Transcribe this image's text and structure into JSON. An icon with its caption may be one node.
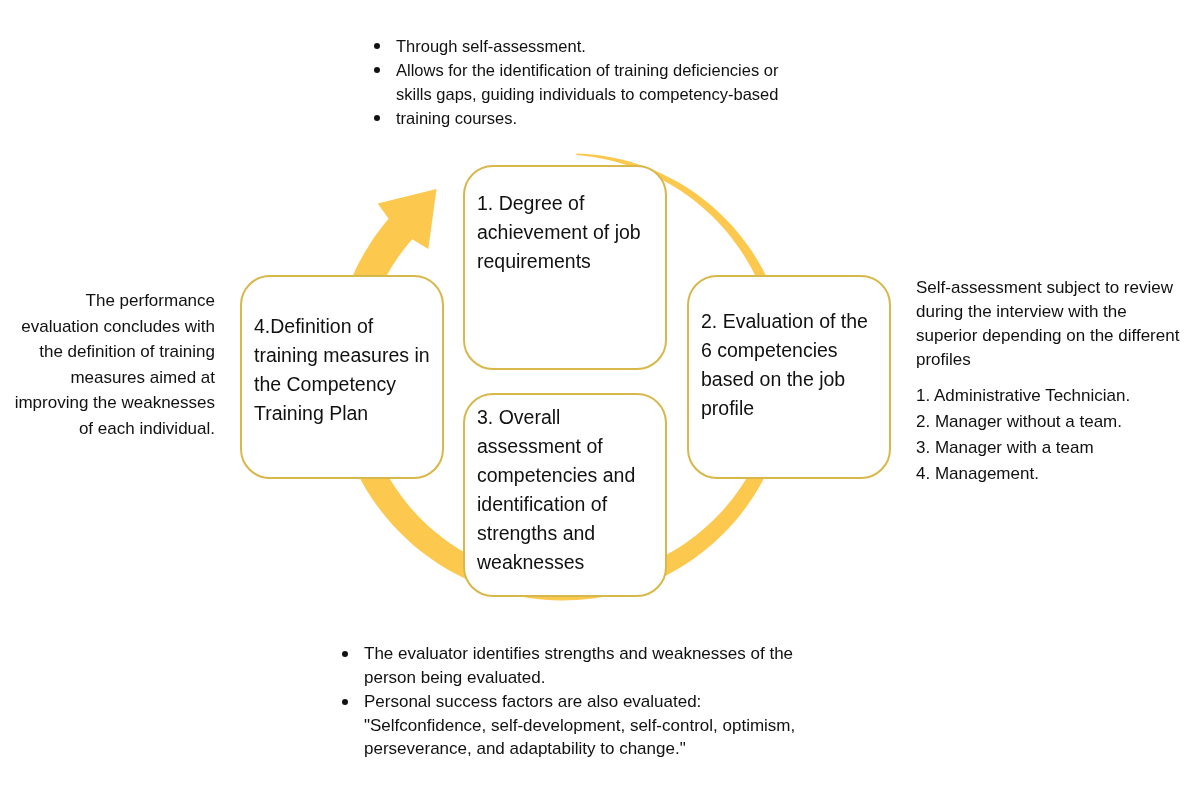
{
  "diagram": {
    "nodes": [
      {
        "text": [
          "1. Degree of achievement of job requirements"
        ]
      },
      {
        "text": [
          "2. Evaluation of the 6 competencies based on the job profile"
        ]
      },
      {
        "text": [
          "3. Overall assessment of competencies and identification of strengths and weaknesses"
        ]
      },
      {
        "text": [
          "4.Definition of training measures in the Competency Training Plan"
        ]
      }
    ],
    "edges": [],
    "labels": [
      "Through self-assessment.",
      "Allows for the identification of training deficiencies or skills gaps, guiding individuals to competency-based",
      "training courses.",
      "The performance evaluation concludes with the definition of training measures aimed at improving the weaknesses of each individual.",
      "Self-assessment subject to review during the interview with the superior depending on the different profiles",
      "1. Administrative Technician.",
      "2. Manager without a team.",
      "3. Manager with a team",
      "4. Management.",
      "The evaluator identifies strengths and weaknesses of the person being evaluated.",
      "Personal success factors are also evaluated: \"Selfconfidence, self-development, self-control, optimism, perseverance, and adaptability to change.\""
    ]
  }
}
